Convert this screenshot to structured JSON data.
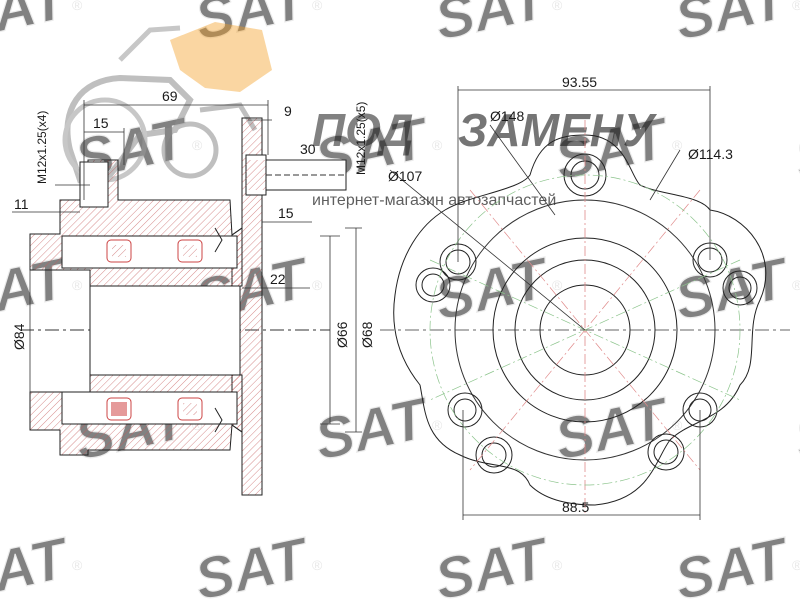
{
  "watermark": {
    "brand_part1": "ПОД",
    "brand_part2": "ЗАМЕНУ",
    "tagline": "интернет-магазин автозапчастей",
    "brand_color": "#f39c1d",
    "logo_color": "#6b6b6b",
    "pattern_text": "SAT",
    "pattern_symbol": "®"
  },
  "side_view": {
    "stud_thread_left": "M12x1.25(x4)",
    "stud_thread_right": "M12x1.25(x5)",
    "dim_69": "69",
    "dim_15_top": "15",
    "dim_9": "9",
    "dim_30": "30",
    "dim_11": "11",
    "dim_15_right": "15",
    "dim_22": "22",
    "dim_84": "Ø84",
    "dim_66": "Ø66",
    "dim_68": "Ø68"
  },
  "front_view": {
    "dim_9355": "93.55",
    "dim_148": "Ø148",
    "dim_1143": "Ø114.3",
    "dim_107": "Ø107",
    "dim_885": "88.5"
  }
}
